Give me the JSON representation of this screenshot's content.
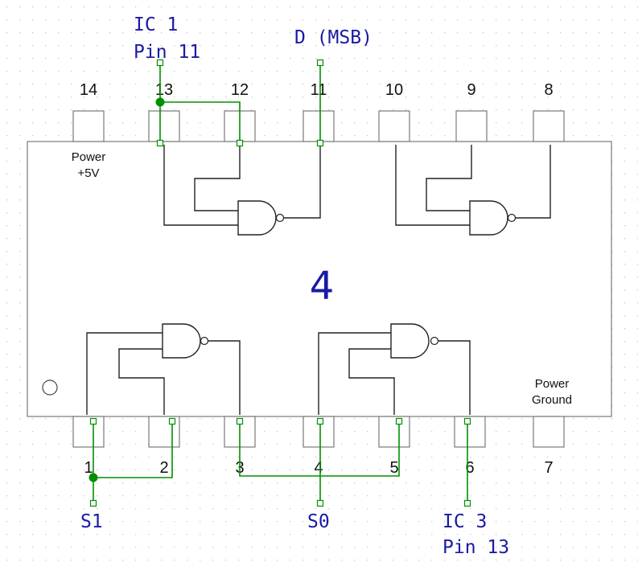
{
  "colors": {
    "wire": "#009000",
    "label": "#1a1aa6",
    "outline": "#7a7a7a",
    "gate": "#222222",
    "grid": "#c8c8c8"
  },
  "top_pins": [
    "14",
    "13",
    "12",
    "11",
    "10",
    "9",
    "8"
  ],
  "bottom_pins": [
    "1",
    "2",
    "3",
    "4",
    "5",
    "6",
    "7"
  ],
  "chip": {
    "number": "4",
    "power_label_line1": "Power",
    "power_label_line2": "+5V",
    "ground_label_line1": "Power",
    "ground_label_line2": "Ground"
  },
  "labels": {
    "ic1_line1": "IC 1",
    "ic1_line2": "Pin 11",
    "d_msb": "D (MSB)",
    "s1": "S1",
    "s0": "S0",
    "ic3_line1": "IC 3",
    "ic3_line2": "Pin 13"
  }
}
